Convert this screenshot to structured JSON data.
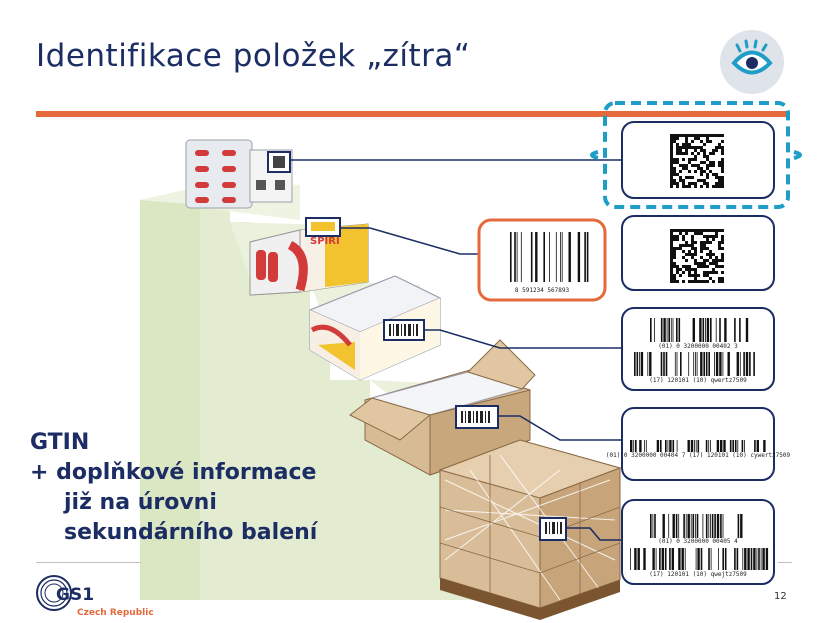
{
  "slide": {
    "title": "Identifikace položek „zítra“",
    "page_number": "12",
    "gtin_lines": [
      "GTIN",
      "+ doplňkové informace",
      "již na úrovni",
      "sekundárního balení"
    ]
  },
  "barcodes": {
    "ean13_text": "8  591234  567893",
    "gs1_128_carton_top": "(01) 0 3200000 00402 3",
    "gs1_128_carton_bottom": "(17) 120101 (10) qwertz7509",
    "gs1_128_box_single": "(01) 0 3200000 00404 7 (17) 120101 (10) cywertz7509",
    "gs1_128_pallet_top": "(01) 0 3200000 00405 4",
    "gs1_128_pallet_bottom": "(17) 120101 (10) qwejtz7509"
  },
  "logo": {
    "mark": "GS1",
    "subtitle": "Czech Republic"
  },
  "colors": {
    "navy": "#1b2d63",
    "orange": "#e46a3c",
    "cyan": "#1e9ec7",
    "stair": "#dfe9c9"
  },
  "icons": [
    "eye-icon"
  ]
}
